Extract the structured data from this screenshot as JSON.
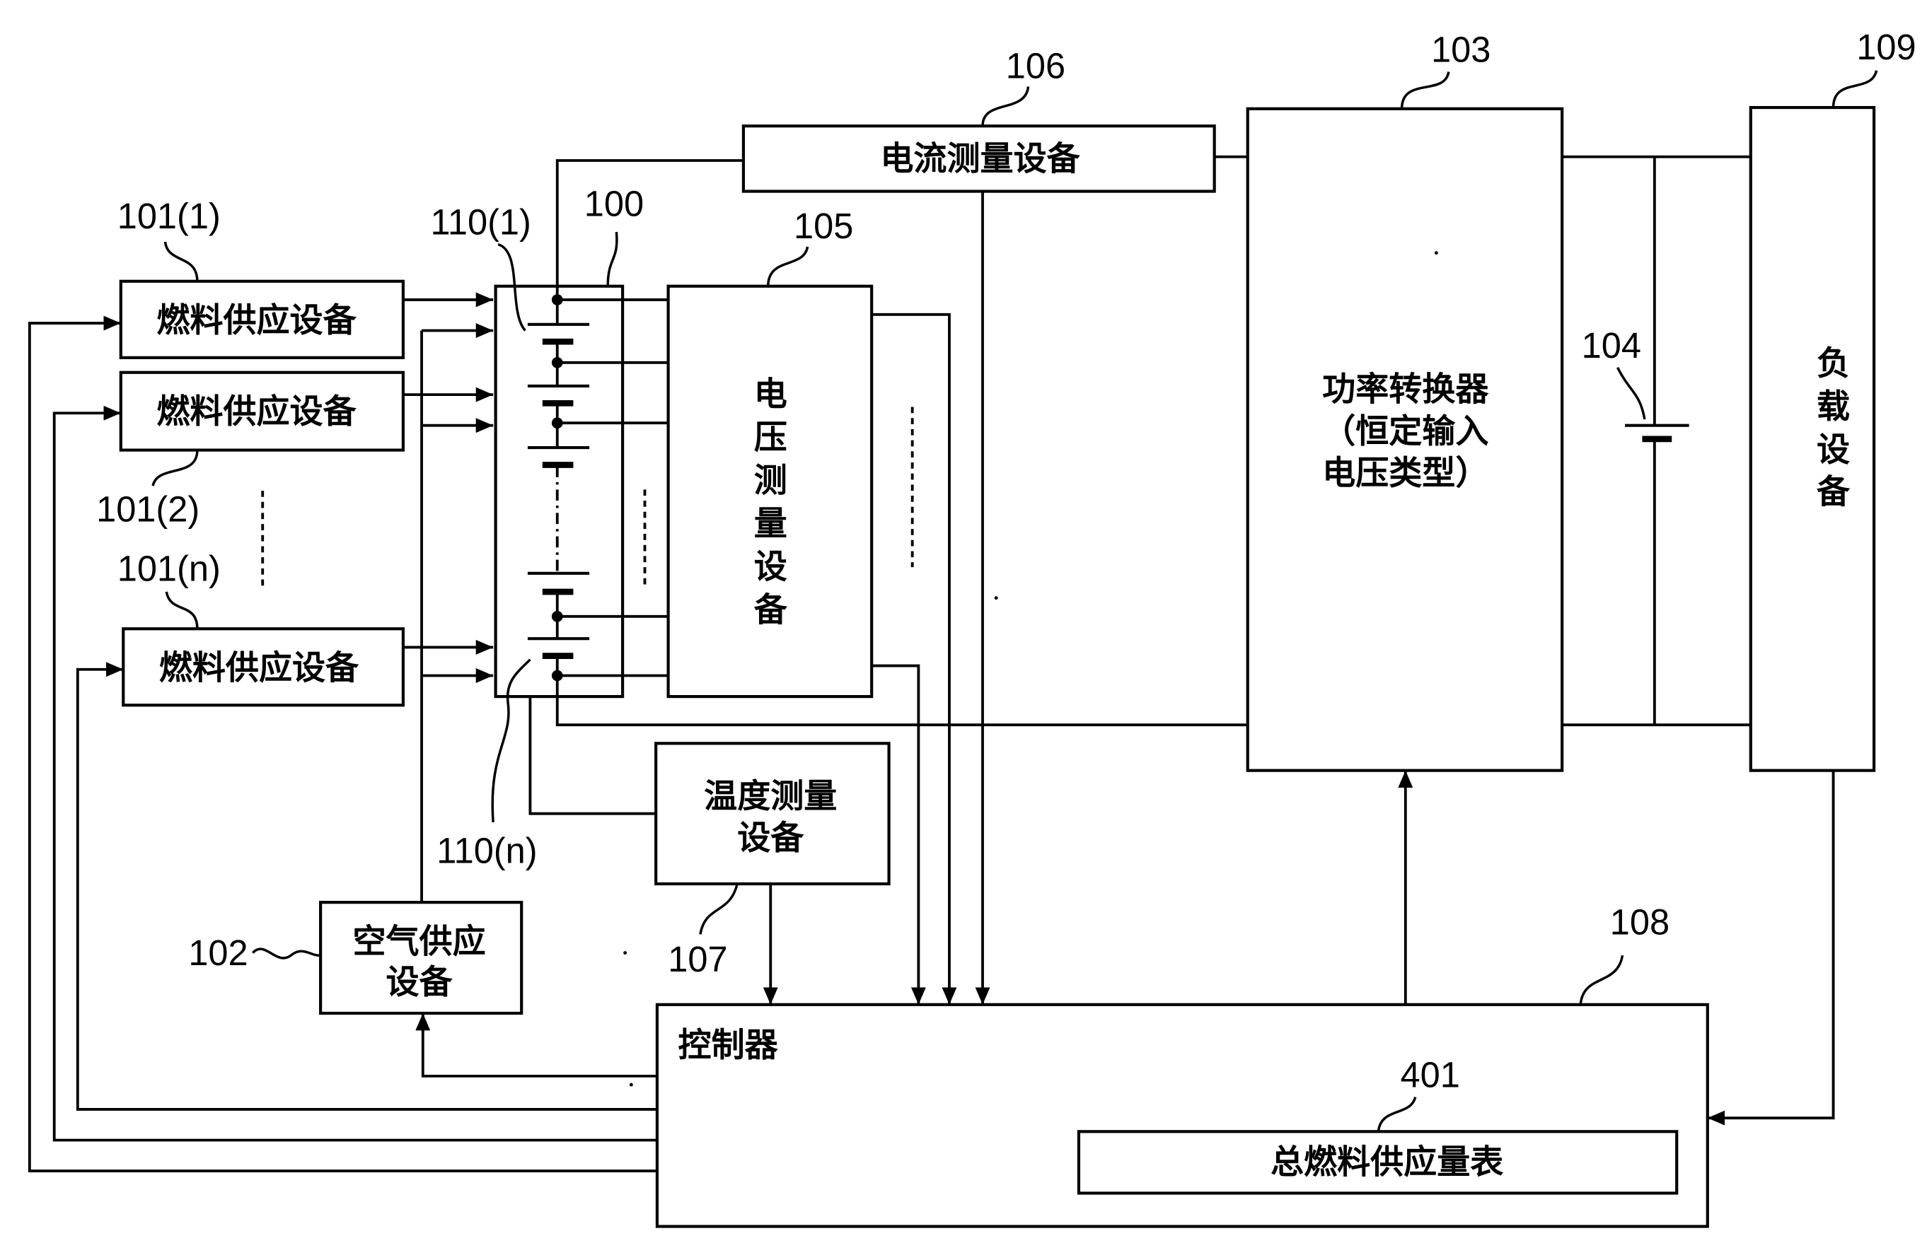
{
  "diagram": {
    "refs": {
      "current_meter": "106",
      "power_converter": "103",
      "load": "109",
      "fuel_supply_1": "101(1)",
      "cell_1": "110(1)",
      "stack": "100",
      "voltage_meter": "105",
      "fuel_supply_2": "101(2)",
      "fuel_supply_n": "101(n)",
      "battery": "104",
      "cell_n": "110(n)",
      "temperature_meter": "107",
      "air_supply": "102",
      "controller": "108",
      "total_fuel_meter": "401"
    },
    "blocks": {
      "current_meter": "电流测量设备",
      "power_converter": [
        "功率转换器",
        "（恒定输入",
        "电压类型）"
      ],
      "load": [
        "负",
        "载",
        "设",
        "备"
      ],
      "fuel_supply": [
        "燃料供应设备",
        "燃料供应设备",
        "燃料供应设备"
      ],
      "voltage_meter": [
        "电",
        "压",
        "测",
        "量",
        "设",
        "备"
      ],
      "temperature_meter": [
        "温度测量",
        "设备"
      ],
      "air_supply": [
        "空气供应",
        "设备"
      ],
      "controller": "控制器",
      "total_fuel_meter": "总燃料供应量表"
    }
  }
}
